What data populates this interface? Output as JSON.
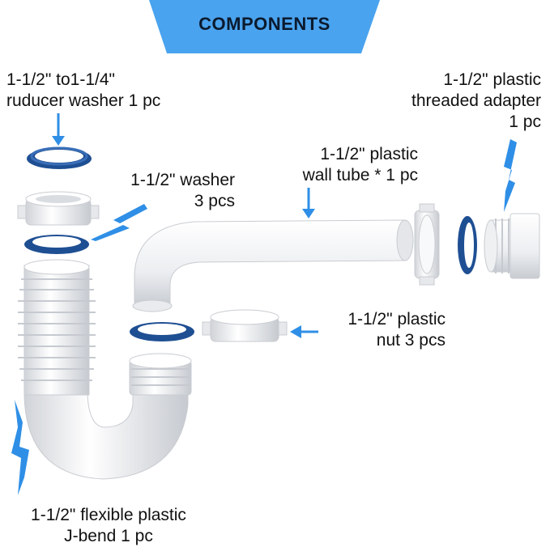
{
  "banner": {
    "title": "COMPONENTS"
  },
  "colors": {
    "banner": "#4aa3ee",
    "arrow": "#2f8fe6",
    "washer_outer": "#1f4f93",
    "washer_inner": "#3a6fb8",
    "plastic": "#f3f4f6",
    "plastic_shadow": "#c9ccd1"
  },
  "labels": {
    "reducer_washer": [
      "1-1/2\" to1-1/4\"",
      "ruducer washer 1 pc"
    ],
    "washer": [
      "1-1/2\" washer",
      "3 pcs"
    ],
    "wall_tube": [
      "1-1/2\" plastic",
      "wall tube * 1 pc"
    ],
    "threaded_adapter": [
      "1-1/2\" plastic",
      "threaded adapter",
      "1 pc"
    ],
    "nut": [
      "1-1/2\" plastic",
      "nut 3 pcs"
    ],
    "j_bend": [
      "1-1/2\" flexible plastic",
      "J-bend 1 pc"
    ]
  }
}
